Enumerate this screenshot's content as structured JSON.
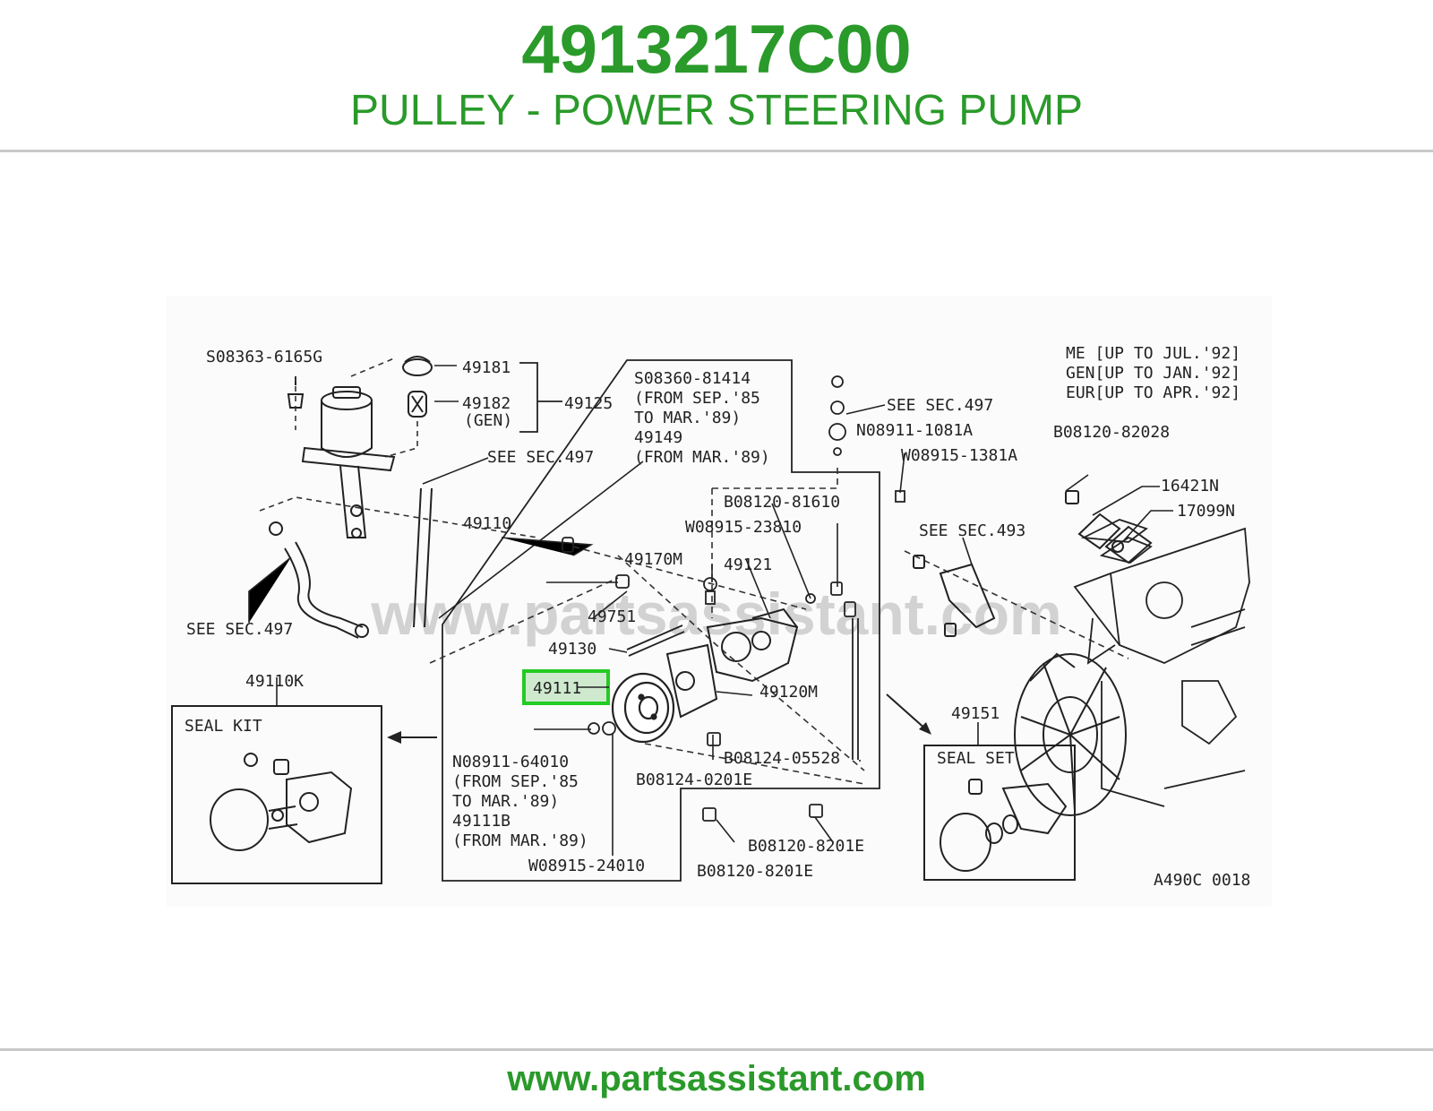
{
  "header": {
    "part_number": "4913217C00",
    "part_name": "PULLEY - POWER STEERING PUMP"
  },
  "footer": {
    "url": "www.partsassistant.com"
  },
  "watermark": "www.partsassistant.com",
  "colors": {
    "accent": "#2a9a2a",
    "highlight": "#22cc22",
    "rule": "#c8c8c8"
  },
  "diagram": {
    "figure_code": "A490C 0018",
    "highlighted_part": "49111",
    "market_notes": [
      "ME [UP TO JUL.'92]",
      "GEN[UP TO JAN.'92]",
      "EUR[UP TO APR.'92]"
    ],
    "callouts": {
      "s_08363": "S08363-6165G",
      "p49181": "49181",
      "p49182": "49182",
      "gen": "(GEN)",
      "p49125": "49125",
      "see497_a": "SEE SEC.497",
      "see497_b": "SEE SEC.497",
      "see497_c": "SEE SEC.497",
      "p49110": "49110",
      "p49110k": "49110K",
      "seal_kit": "SEAL KIT",
      "s_08360": "S08360-81414",
      "from_sep85_a": "(FROM SEP.'85",
      "to_mar89_a": "TO MAR.'89)",
      "p49149": "49149",
      "from_mar89_a": "(FROM MAR.'89)",
      "b_81610": "B08120-81610",
      "w_23810": "W08915-23810",
      "p49170m": "49170M",
      "p49121": "49121",
      "p49751": "49751",
      "p49130": "49130",
      "p49111": "49111",
      "p49120m": "49120M",
      "n_64010": "N08911-64010",
      "from_sep85_b": "(FROM SEP.'85",
      "to_mar89_b": "TO MAR.'89)",
      "p49111b": "49111B",
      "from_mar89_b": "(FROM MAR.'89)",
      "w_24010": "W08915-24010",
      "b_05528": "B08124-05528",
      "b_0201e": "B08124-0201E",
      "b_8201e_a": "B08120-8201E",
      "b_8201e_b": "B08120-8201E",
      "n_1081a": "N08911-1081A",
      "w_1381a": "W08915-1381A",
      "b_82028": "B08120-82028",
      "p16421n": "16421N",
      "p17099n": "17099N",
      "see493": "SEE SEC.493",
      "p49151": "49151",
      "seal_set": "SEAL SET"
    }
  }
}
